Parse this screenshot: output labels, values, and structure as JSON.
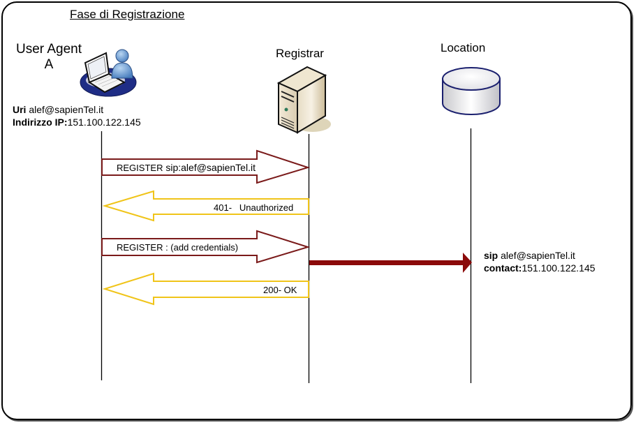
{
  "title": "Fase di Registrazione",
  "actors": {
    "user_agent": {
      "label_line1": "User Agent",
      "label_line2": "A",
      "icon": "laptop-user-icon",
      "uri_label": "Uri",
      "uri_value": "alef@sapienTel.it",
      "ip_label": "Indirizzo IP:",
      "ip_value": "151.100.122.145"
    },
    "registrar": {
      "label": "Registrar",
      "icon": "server-icon"
    },
    "location": {
      "label": "Location",
      "icon": "database-icon",
      "sip_label": "sip",
      "sip_value": "alef@sapienTel.it",
      "contact_label": "contact:",
      "contact_value": "151.100.122.145"
    }
  },
  "messages": [
    {
      "from": "user_agent",
      "to": "registrar",
      "prefix": "REGISTER",
      "text": " sip:alef@sapienTel.it",
      "color": "#7a1a1a"
    },
    {
      "from": "registrar",
      "to": "user_agent",
      "text": "401-   Unauthorized",
      "color": "#f0c419"
    },
    {
      "from": "user_agent",
      "to": "registrar",
      "text": "REGISTER : (add credentials)",
      "color": "#7a1a1a"
    },
    {
      "from": "registrar",
      "to": "location",
      "text": "",
      "color": "#8b0a0a"
    },
    {
      "from": "registrar",
      "to": "user_agent",
      "text": "200- OK",
      "color": "#f0c419"
    }
  ],
  "colors": {
    "request_arrow": "#7a1a1a",
    "response_arrow": "#f0c419",
    "store_arrow": "#8b0a0a"
  }
}
